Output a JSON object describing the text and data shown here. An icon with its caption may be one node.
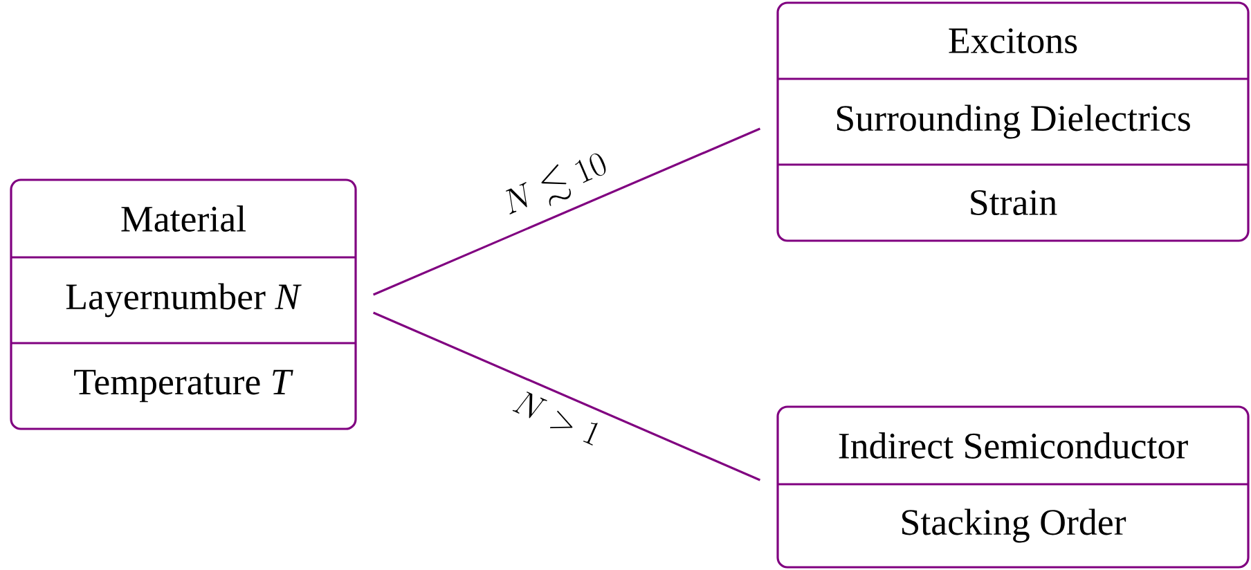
{
  "diagram": {
    "nodes": [
      {
        "text": [
          "Material",
          "Layernumber *N*",
          "Temperature *T*"
        ]
      },
      {
        "text": [
          "Excitons",
          "Surrounding Dielectrics",
          "Strain"
        ]
      },
      {
        "text": [
          "Indirect Semiconductor",
          "Stacking Order"
        ]
      }
    ],
    "edges": [
      {
        "from": 0,
        "to": 1,
        "arrow": "none",
        "label": "N \\lesssim 10"
      },
      {
        "from": 0,
        "to": 2,
        "arrow": "none",
        "label": "N > 1"
      }
    ]
  }
}
